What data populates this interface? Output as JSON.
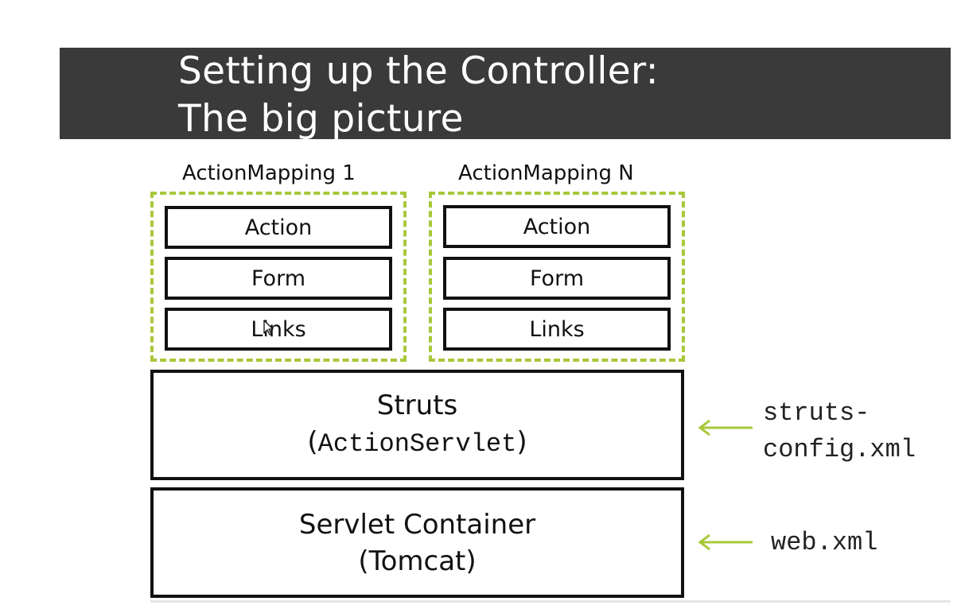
{
  "title": {
    "line1": "Setting up the Controller:",
    "line2": "The big picture"
  },
  "mappings": [
    {
      "label": "ActionMapping 1",
      "items": [
        "Action",
        "Form",
        "Links"
      ]
    },
    {
      "label": "ActionMapping N",
      "items": [
        "Action",
        "Form",
        "Links"
      ]
    }
  ],
  "layers": {
    "struts": {
      "name": "Struts",
      "open_paren": "(",
      "detail": "ActionServlet",
      "close_paren": ")",
      "config": "struts-\nconfig.xml"
    },
    "container": {
      "name": "Servlet Container",
      "detail": "(Tomcat)",
      "config": "web.xml"
    }
  },
  "colors": {
    "title_background": "#3a3a3a",
    "title_text": "#ffffff",
    "group_dash": "#a8c83a",
    "arrow": "#a8c83a",
    "box_border": "#111111"
  },
  "icons": {
    "arrow": "left-arrow-icon",
    "cursor": "mouse-cursor-icon"
  }
}
